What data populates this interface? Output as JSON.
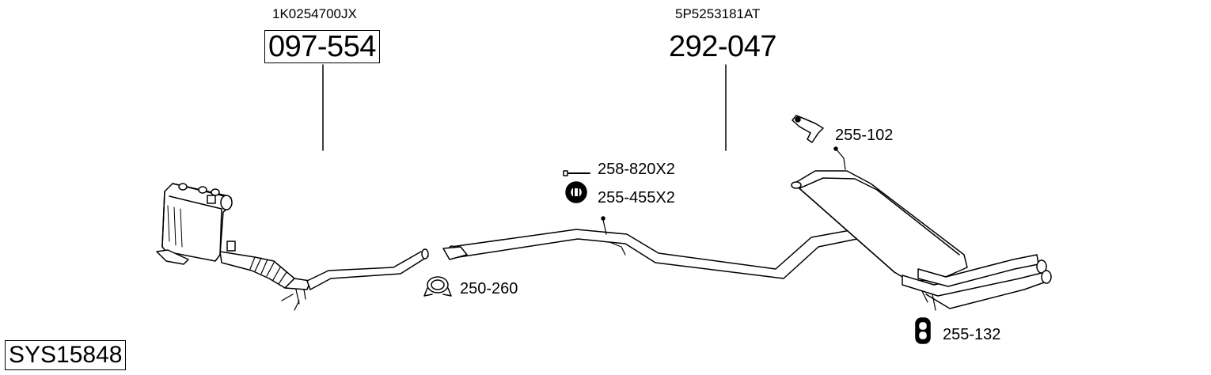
{
  "system_code": "SYS15848",
  "main_parts": [
    {
      "oem": "1K0254700JX",
      "number": "097-554",
      "boxed": true
    },
    {
      "oem": "5P5253181AT",
      "number": "292-047",
      "boxed": false
    }
  ],
  "accessories": [
    {
      "number": "258-820X2",
      "icon": "bolt-icon"
    },
    {
      "number": "255-455X2",
      "icon": "rubber-ring-hanger-icon"
    },
    {
      "number": "250-260",
      "icon": "clamp-icon"
    },
    {
      "number": "255-102",
      "icon": "bracket-icon"
    },
    {
      "number": "255-132",
      "icon": "rubber-mount-icon"
    }
  ]
}
